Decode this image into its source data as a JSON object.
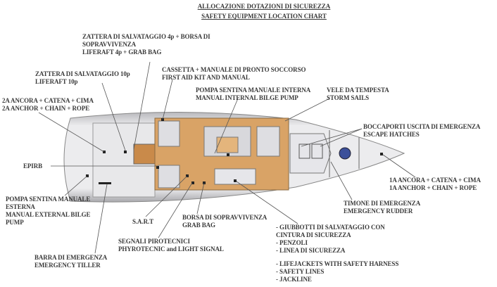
{
  "title": {
    "line1": "ALLOCAZIONE DOTAZIONI DI SICUREZZA",
    "line2": "SAFETY EQUIPMENT LOCATION CHART"
  },
  "labels": {
    "liferaft4": [
      "ZATTERA DI SALVATAGGIO 4p + BORSA DI",
      "SOPRAVVIVENZA",
      "LIFERAFT 4p + GRAB BAG"
    ],
    "liferaft10": [
      "ZATTERA DI SALVATAGGIO 10p",
      "LIFERAFT 10p"
    ],
    "first_aid": [
      "CASSETTA + MANUALE DI PRONTO SOCCORSO",
      "FIRST AID KIT AND MANUAL"
    ],
    "internal_pump": [
      "POMPA SENTINA MANUALE INTERNA",
      "MANUAL INTERNAL BILGE PUMP"
    ],
    "storm_sails": [
      "VELE DA TEMPESTA",
      "STORM SAILS"
    ],
    "anchor2": [
      "2A ANCORA + CATENA + CIMA",
      "2A ANCHOR + CHAIN + ROPE"
    ],
    "hatches": [
      "BOCCAPORTI USCITA DI EMERGENZA",
      "ESCAPE HATCHES"
    ],
    "epirb": [
      "EPIRB"
    ],
    "anchor1": [
      "1A ANCORA + CATENA + CIMA",
      "1A ANCHOR + CHAIN + ROPE"
    ],
    "external_pump": [
      "POMPA SENTINA MANUALE",
      "ESTERNA",
      "MANUAL EXTERNAL BILGE",
      "PUMP"
    ],
    "rudder": [
      "TIMONE DI EMERGENZA",
      "EMERGENCY RUDDER"
    ],
    "sart": [
      "S.A.R.T"
    ],
    "grab_bag": [
      "BORSA DI SOPRAVVIVENZA",
      "GRAB BAG"
    ],
    "lifejackets_it": [
      "- GIUBBOTTI DI SALVATAGGIO CON",
      "CINTURA DI SICUREZZA",
      "- PENZOLI",
      "- LINEA DI SICUREZZA"
    ],
    "flares": [
      "SEGNALI PIROTECNICI",
      "PHYROTECNIC and LIGHT SIGNAL"
    ],
    "tiller": [
      "BARRA DI EMERGENZA",
      "EMERGENCY TILLER"
    ],
    "lifejackets_en": [
      "- LIFEJACKETS WITH SAFETY HARNESS",
      "- SAFETY LINES",
      "- JACKLINE"
    ]
  },
  "colors": {
    "text": "#3a3a3a",
    "wood": "#d9a366",
    "hull": "#e4e4e6",
    "line": "#555555"
  }
}
